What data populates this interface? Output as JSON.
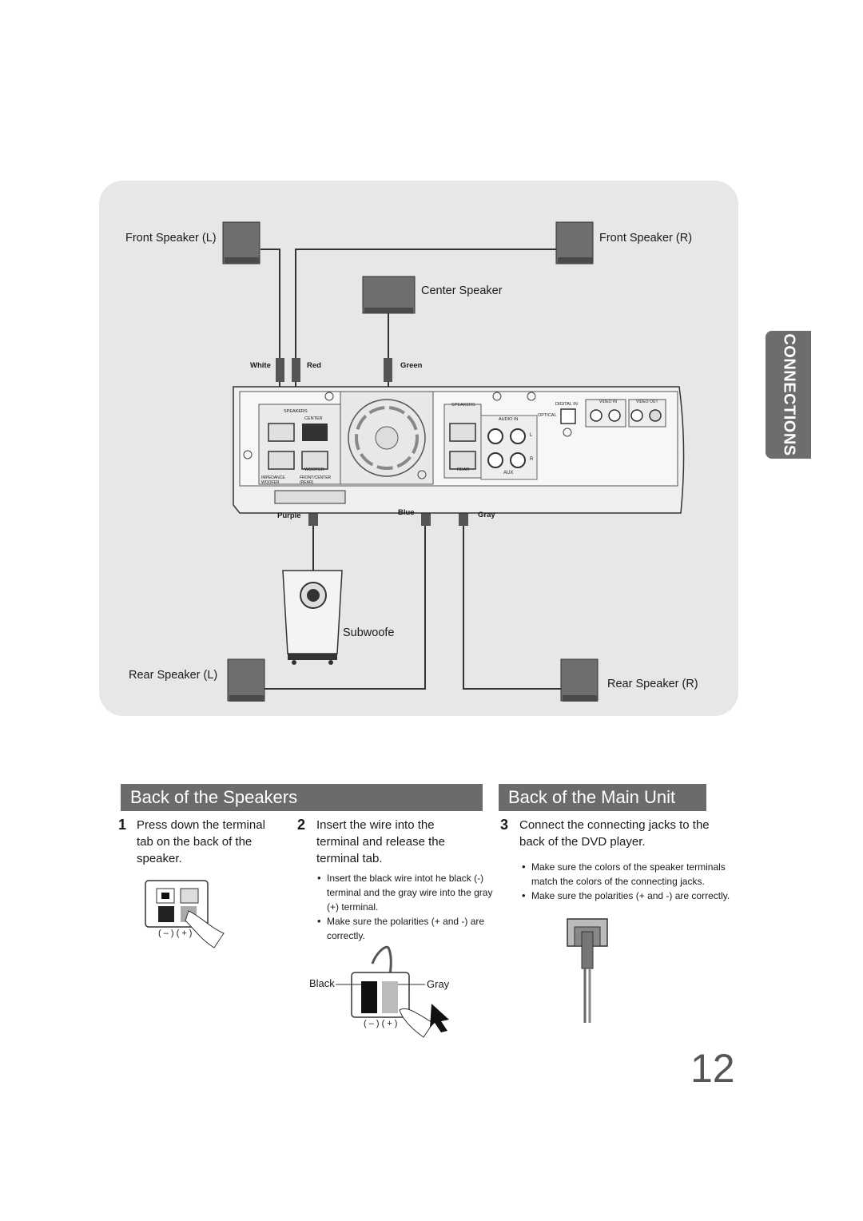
{
  "diagram": {
    "front_left_label": "Front Speaker (L)",
    "front_right_label": "Front Speaker (R)",
    "center_label": "Center Speaker",
    "subwoofer_label": "Subwoofe",
    "rear_left_label": "Rear Speaker (L)",
    "rear_right_label": "Rear Speaker (R)",
    "wire_white": "White",
    "wire_red": "Red",
    "wire_green": "Green",
    "wire_purple": "Purple",
    "wire_blue": "Blue",
    "wire_gray": "Gray",
    "unit": {
      "speakers_left": "SPEAKERS",
      "center": "CENTER",
      "woofer": "WOOFER",
      "impedance": "IMPEDANCE",
      "impedance_detail": "WOOFER",
      "front_center": "FRONT/CENTER",
      "rear_note": "(REAR)",
      "speakers_right": "SPEAKERS",
      "rear": "REAR",
      "audio_in": "AUDIO IN",
      "aux": "AUX",
      "digital_in": "DIGITAL IN",
      "optical": "OPTICAL",
      "video_in": "VIDEO IN",
      "video_out": "VIDEO OUT",
      "l": "L",
      "r": "R"
    }
  },
  "side_tab": "CONNECTIONS",
  "sections": {
    "speakers_title": "Back of the Speakers",
    "main_unit_title": "Back of the Main Unit"
  },
  "steps": [
    {
      "num": "1",
      "text": "Press down the terminal tab on the back of the speaker."
    },
    {
      "num": "2",
      "text": "Insert the wire into the terminal and release the terminal tab."
    },
    {
      "num": "3",
      "text": "Connect the connecting jacks to the back of the DVD player."
    }
  ],
  "step2_bullets": [
    "Insert the black wire intot he black (-) terminal and the gray wire into the gray (+) terminal.",
    "Make sure the polarities (+ and -) are correctly."
  ],
  "step3_bullets": [
    "Make sure the colors of the speaker terminals match the colors of the connecting jacks.",
    "Make sure the polarities (+ and -) are correctly."
  ],
  "illustrations": {
    "polarity_1": "( – )  ( + )",
    "polarity_2": "( – )  ( + )",
    "black_label": "Black",
    "gray_label": "Gray"
  },
  "page_number": "12"
}
